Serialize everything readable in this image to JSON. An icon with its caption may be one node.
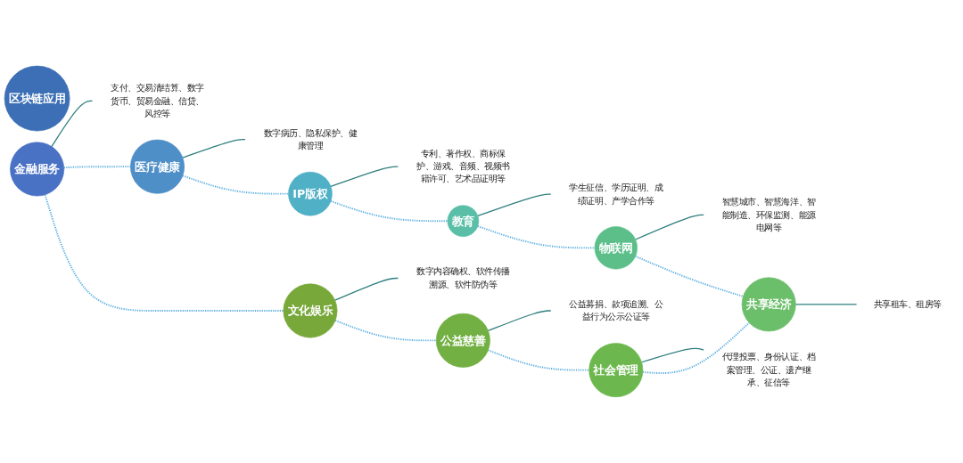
{
  "diagram": {
    "nodes": [
      {
        "text": [
          "区块链应用"
        ]
      },
      {
        "text": [
          "金融服务"
        ]
      },
      {
        "text": [
          "医疗健康"
        ]
      },
      {
        "text": [
          "IP版权"
        ]
      },
      {
        "text": [
          "教育"
        ]
      },
      {
        "text": [
          "物联网"
        ]
      },
      {
        "text": [
          "共享经济"
        ]
      },
      {
        "text": [
          "社会管理"
        ]
      },
      {
        "text": [
          "公益慈善"
        ]
      },
      {
        "text": [
          "文化娱乐"
        ]
      },
      {
        "text": [
          "支付、交易清结算、数字货币、贸易金融、信贷、风控等"
        ]
      },
      {
        "text": [
          "数字病历、隐私保护、健康管理"
        ]
      },
      {
        "text": [
          "专利、著作权、商标保护、游戏、音频、视频书籍许可、艺术品证明等"
        ]
      },
      {
        "text": [
          "学生征信、学历证明、成绩证明、产学合作等"
        ]
      },
      {
        "text": [
          "智慧城市、智慧海洋、智能制造、环保监测、能源电网等"
        ]
      },
      {
        "text": [
          "共享租车、租房等"
        ]
      },
      {
        "text": [
          "代理投票、身份认证、档案管理、公证、遗产继承、征信等"
        ]
      },
      {
        "text": [
          "公益募捐、款项追溯、公益行为公示公证等"
        ]
      },
      {
        "text": [
          "数字内容确权、软件传播溯源、软件防伪等"
        ]
      }
    ],
    "edges": [
      {
        "from": 1,
        "to": 10,
        "arrow": "none"
      },
      {
        "from": 2,
        "to": 11,
        "arrow": "none"
      },
      {
        "from": 3,
        "to": 12,
        "arrow": "none"
      },
      {
        "from": 4,
        "to": 13,
        "arrow": "none"
      },
      {
        "from": 5,
        "to": 14,
        "arrow": "none"
      },
      {
        "from": 6,
        "to": 15,
        "arrow": "none"
      },
      {
        "from": 7,
        "to": 16,
        "arrow": "none"
      },
      {
        "from": 8,
        "to": 17,
        "arrow": "none"
      },
      {
        "from": 9,
        "to": 18,
        "arrow": "none"
      },
      {
        "from": 1,
        "to": 2,
        "arrow": "none",
        "style": "dashed",
        "color": "#5aaee0"
      },
      {
        "from": 2,
        "to": 3,
        "arrow": "none",
        "style": "dashed",
        "color": "#5aaee0"
      },
      {
        "from": 3,
        "to": 4,
        "arrow": "none",
        "style": "dashed",
        "color": "#5aaee0"
      },
      {
        "from": 4,
        "to": 5,
        "arrow": "none",
        "style": "dashed",
        "color": "#5aaee0"
      },
      {
        "from": 5,
        "to": 6,
        "arrow": "none",
        "style": "dashed",
        "color": "#5aaee0"
      },
      {
        "from": 6,
        "to": 7,
        "arrow": "none",
        "style": "dashed",
        "color": "#5aaee0"
      },
      {
        "from": 7,
        "to": 8,
        "arrow": "none",
        "style": "dashed",
        "color": "#5aaee0"
      },
      {
        "from": 8,
        "to": 9,
        "arrow": "none",
        "style": "dashed",
        "color": "#5aaee0"
      },
      {
        "from": 9,
        "to": 1,
        "arrow": "none",
        "style": "dashed",
        "color": "#5aaee0"
      }
    ]
  }
}
